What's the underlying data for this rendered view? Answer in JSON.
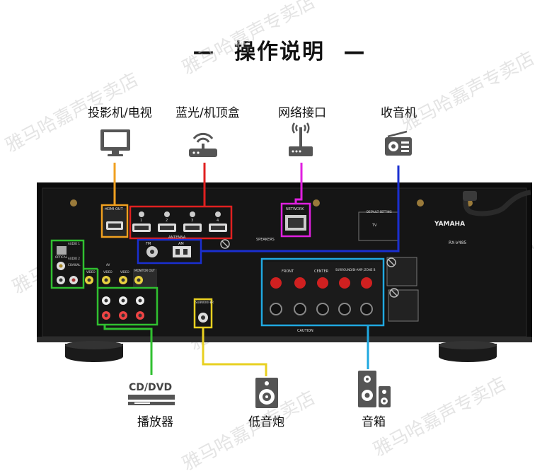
{
  "title": "操作说明",
  "title_dashes": "—",
  "top_devices": [
    {
      "label": "投影机/电视",
      "icon": "monitor-icon",
      "color": "#f0a020"
    },
    {
      "label": "蓝光/机顶盒",
      "icon": "router-icon",
      "color": "#e02020"
    },
    {
      "label": "网络接口",
      "icon": "wifi-router-icon",
      "color": "#e020e0"
    },
    {
      "label": "收音机",
      "icon": "radio-icon",
      "color": "#1a2fd0"
    }
  ],
  "bottom_devices": [
    {
      "label": "播放器",
      "icon": "cd-dvd-player-icon",
      "icon_text": "CD/DVD",
      "color": "#30c030"
    },
    {
      "label": "低音炮",
      "icon": "subwoofer-icon",
      "color": "#e8d020"
    },
    {
      "label": "音箱",
      "icon": "speakers-icon",
      "color": "#20a8e0"
    }
  ],
  "watermark": "雅马哈嘉声专卖店",
  "receiver": {
    "brand": "YAMAHA",
    "model": "RX-V485",
    "panel_labels": {
      "hdmi_out": "HDMI OUT",
      "network": "NETWORK",
      "antenna": "ANTENNA",
      "speakers": "SPEAKERS",
      "front": "FRONT",
      "center": "CENTER",
      "surround": "SURROUND/BI-AMP /ZONE B",
      "caution": "CAUTION",
      "subwoofer": "SUBWOOFER",
      "monitor_out": "MONITOR OUT",
      "audio1": "AUDIO 1",
      "audio2": "AUDIO 2",
      "tv": "TV",
      "default_setting": "DEFAULT SETTING",
      "optical": "OPTICAL",
      "coaxial": "COAXIAL",
      "fm": "FM",
      "am": "AM",
      "video": "VIDEO",
      "av": "AV",
      "hdmi_nums": [
        "1",
        "2",
        "3",
        "4"
      ]
    }
  }
}
